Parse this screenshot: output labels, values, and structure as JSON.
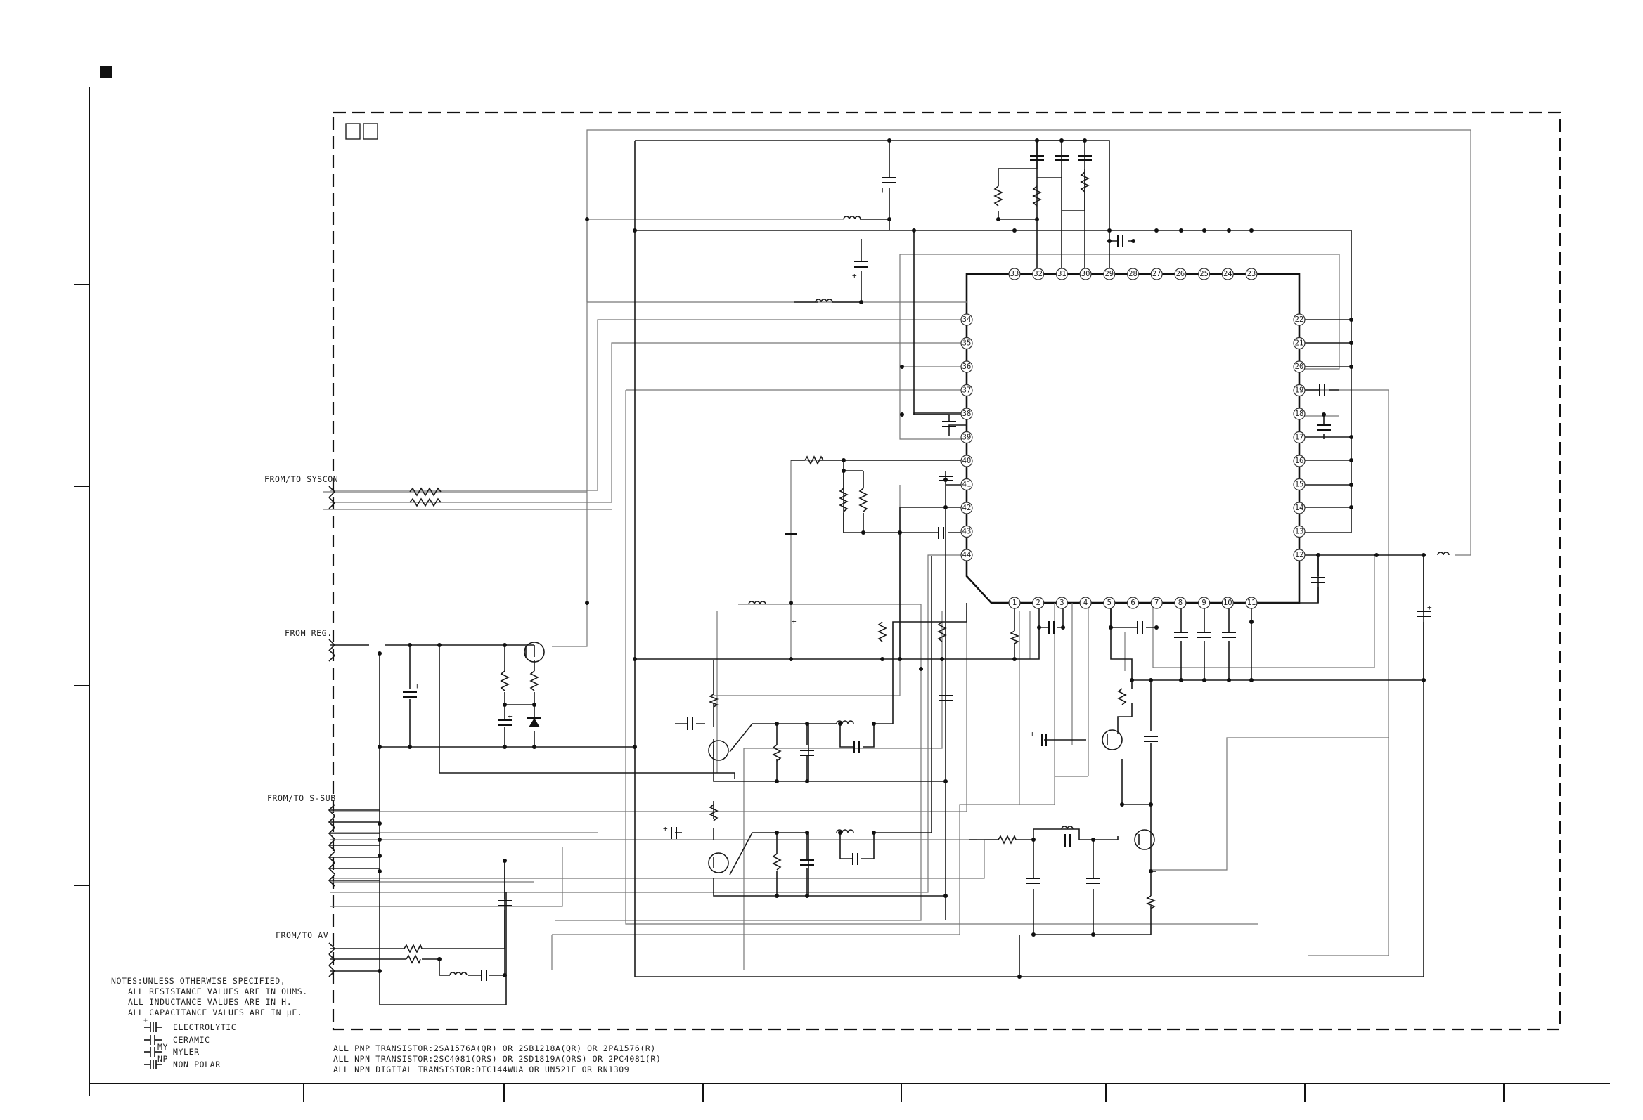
{
  "title_marker": "■",
  "section_box_label": "",
  "signal_labels": {
    "syscon": "FROM/TO SYSCON",
    "reg": "FROM REG.",
    "s_sub": "FROM/TO S-SUB",
    "av": "FROM/TO AV"
  },
  "ic_pins": {
    "top": [
      "33",
      "32",
      "31",
      "30",
      "29",
      "28",
      "27",
      "26",
      "25",
      "24",
      "23"
    ],
    "left": [
      "34",
      "35",
      "36",
      "37",
      "38",
      "39",
      "40",
      "41",
      "42",
      "43",
      "44"
    ],
    "bottom": [
      "1",
      "2",
      "3",
      "4",
      "5",
      "6",
      "7",
      "8",
      "9",
      "10",
      "11"
    ],
    "right": [
      "22",
      "21",
      "20",
      "19",
      "18",
      "17",
      "16",
      "15",
      "14",
      "13",
      "12"
    ]
  },
  "notes": {
    "heading": "NOTES:UNLESS OTHERWISE SPECIFIED,",
    "lines": [
      "ALL RESISTANCE VALUES ARE IN OHMS.",
      "ALL INDUCTANCE VALUES ARE IN H.",
      "ALL CAPACITANCE VALUES ARE IN μF."
    ],
    "legend": [
      {
        "label": "ELECTROLYTIC"
      },
      {
        "label": "CERAMIC"
      },
      {
        "label": "MYLER",
        "mark": "MY"
      },
      {
        "label": "NON POLAR",
        "mark": "NP"
      }
    ]
  },
  "transistor_notes": [
    "ALL PNP TRANSISTOR:2SA1576A(QR) OR 2SB1218A(QR) OR 2PA1576(R)",
    "ALL NPN TRANSISTOR:2SC4081(QRS) OR 2SD1819A(QRS) OR 2PC4081(R)",
    "ALL NPN DIGITAL TRANSISTOR:DTC144WUA OR UN521E OR RN1309"
  ],
  "colors": {
    "line": "#1a1a1a",
    "thin_line": "#777777",
    "background": "#ffffff"
  }
}
